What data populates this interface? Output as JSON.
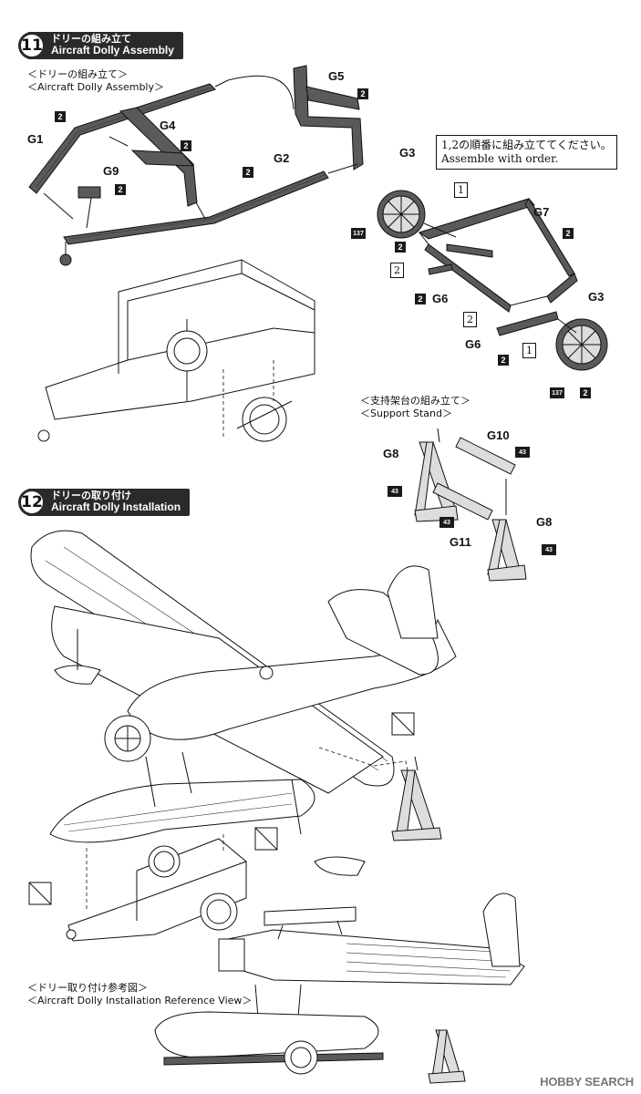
{
  "step11": {
    "number": "11",
    "title_jp": "ドリーの組み立て",
    "title_en": "Aircraft Dolly Assembly",
    "sub_jp": "＜ドリーの組み立て＞",
    "sub_en": "＜Aircraft Dolly Assembly＞",
    "labels": {
      "g1": "G1",
      "g2": "G2",
      "g3a": "G3",
      "g3b": "G3",
      "g4": "G4",
      "g5": "G5",
      "g6a": "G6",
      "g6b": "G6",
      "g7": "G7",
      "g9": "G9"
    },
    "badge_2": "2",
    "badge_137": "137",
    "box_1": "1",
    "box_2": "2",
    "note_jp": "1,2の順番に組み立ててください。",
    "note_en": "Assemble with order."
  },
  "support": {
    "sub_jp": "＜支持架台の組み立て＞",
    "sub_en": "＜Support Stand＞",
    "labels": {
      "g8a": "G8",
      "g8b": "G8",
      "g10": "G10",
      "g11": "G11"
    },
    "badge_43": "43"
  },
  "step12": {
    "number": "12",
    "title_jp": "ドリーの取り付け",
    "title_en": "Aircraft Dolly Installation",
    "ref_jp": "＜ドリー取り付け参考図＞",
    "ref_en": "＜Aircraft Dolly Installation Reference View＞"
  },
  "watermark": "HOBBY SEARCH"
}
